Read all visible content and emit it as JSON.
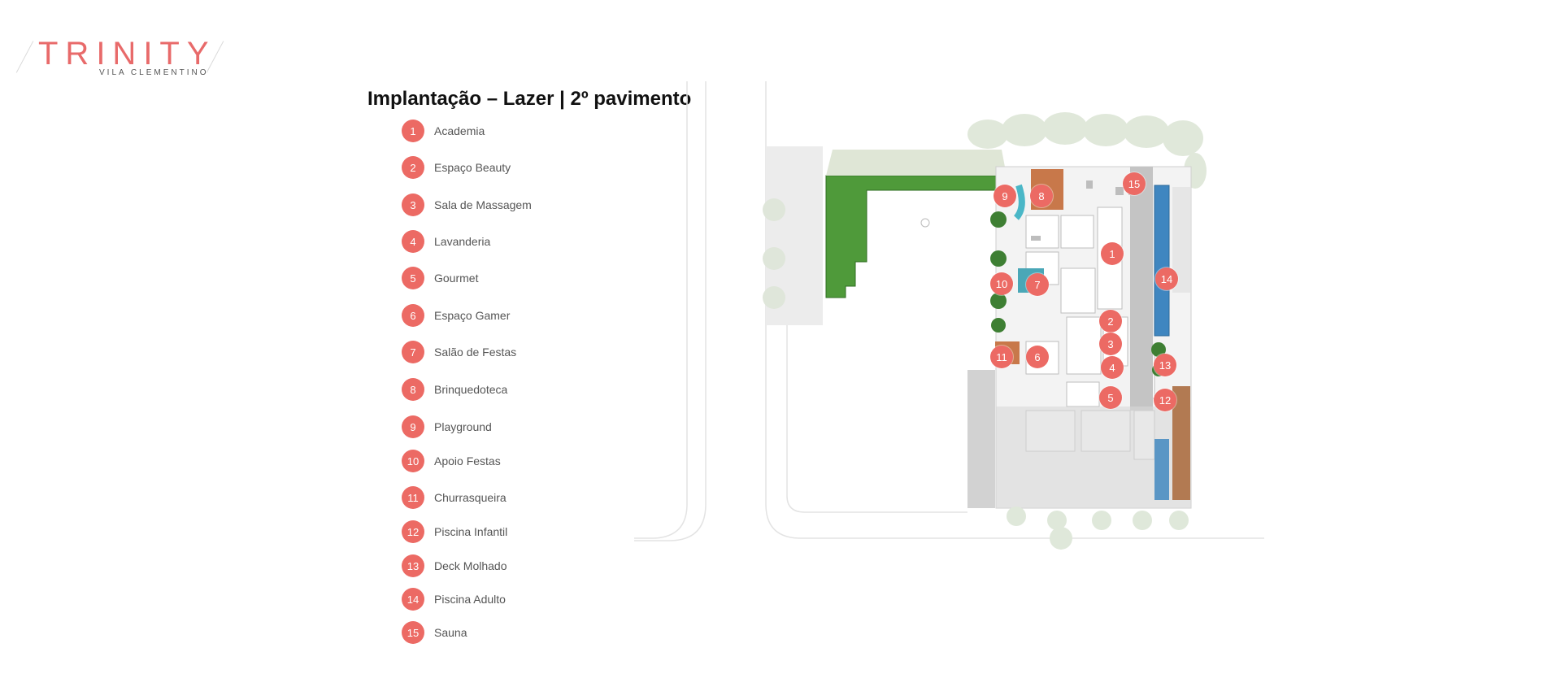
{
  "logo": {
    "word": "TRINITY",
    "subtitle": "VILA CLEMENTINO",
    "color": "#e86a6a"
  },
  "title": "Implantação – Lazer | 2º pavimento",
  "accent_color": "#ec6a64",
  "legend": [
    {
      "number": "1",
      "label": "Academia"
    },
    {
      "number": "2",
      "label": "Espaço Beauty"
    },
    {
      "number": "3",
      "label": "Sala de Massagem"
    },
    {
      "number": "4",
      "label": "Lavanderia"
    },
    {
      "number": "5",
      "label": "Gourmet"
    },
    {
      "number": "6",
      "label": "Espaço Gamer"
    },
    {
      "number": "7",
      "label": "Salão de Festas"
    },
    {
      "number": "8",
      "label": "Brinquedoteca"
    },
    {
      "number": "9",
      "label": "Playground"
    },
    {
      "number": "10",
      "label": "Apoio Festas"
    },
    {
      "number": "11",
      "label": "Churrasqueira"
    },
    {
      "number": "12",
      "label": "Piscina Infantil"
    },
    {
      "number": "13",
      "label": "Deck Molhado"
    },
    {
      "number": "14",
      "label": "Piscina Adulto"
    },
    {
      "number": "15",
      "label": "Sauna"
    }
  ],
  "map_markers": [
    {
      "number": "1"
    },
    {
      "number": "2"
    },
    {
      "number": "3"
    },
    {
      "number": "4"
    },
    {
      "number": "5"
    },
    {
      "number": "6"
    },
    {
      "number": "7"
    },
    {
      "number": "8"
    },
    {
      "number": "9"
    },
    {
      "number": "10"
    },
    {
      "number": "11"
    },
    {
      "number": "12"
    },
    {
      "number": "13"
    },
    {
      "number": "14"
    },
    {
      "number": "15"
    }
  ]
}
